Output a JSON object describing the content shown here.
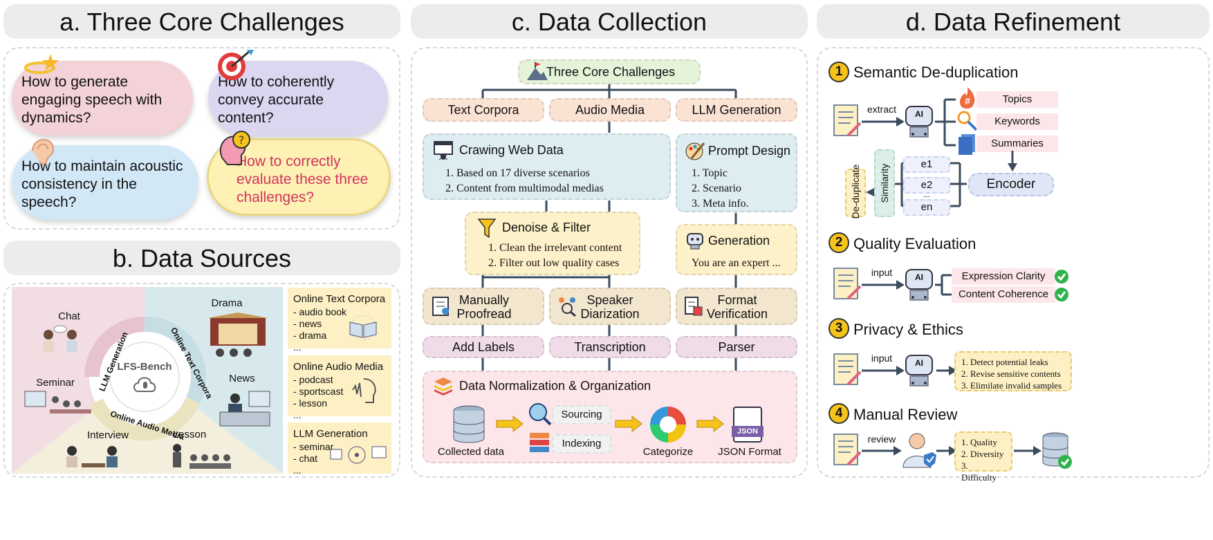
{
  "headers": {
    "a": "a. Three Core Challenges",
    "b": "b. Data Sources",
    "c": "c. Data Collection",
    "d": "d. Data Refinement"
  },
  "challenges": {
    "q1": "How to generate engaging speech with dynamics?",
    "q2": "How to coherently convey accurate content?",
    "q3": "How to maintain acoustic consistency in the speech?",
    "q4": "How to correctly evaluate these three challenges?"
  },
  "sources": {
    "center": "LFS-Bench",
    "ring": [
      "LLM Generation",
      "Online Text Corpora",
      "Online Audio Media"
    ],
    "scenes": [
      "Chat",
      "Seminar",
      "Drama",
      "News",
      "Interview",
      "Lesson"
    ],
    "lists": [
      {
        "title": "Online Text Corpora",
        "items": [
          "- audio book",
          "- news",
          "- drama",
          "..."
        ]
      },
      {
        "title": "Online Audio Media",
        "items": [
          "- podcast",
          "- sportscast",
          "- lesson",
          "..."
        ]
      },
      {
        "title": "LLM Generation",
        "items": [
          "- seminar",
          "- chat",
          "..."
        ]
      }
    ]
  },
  "collection": {
    "root": "Three Core Challenges",
    "cols": [
      "Text Corpora",
      "Audio Media",
      "LLM Generation"
    ],
    "crawl_title": "Crawing Web Data",
    "crawl_items": [
      "1. Based on 17 diverse scenarios",
      "2. Content from multimodal medias"
    ],
    "prompt_title": "Prompt Design",
    "prompt_items": [
      "1. Topic",
      "2. Scenario",
      "3. Meta info."
    ],
    "denoise_title": "Denoise & Filter",
    "denoise_items": [
      "1. Clean the irrelevant content",
      "2. Filter out low quality cases"
    ],
    "gen_title": "Generation",
    "gen_text": "You are an expert ...",
    "steps": [
      "Manually Proofread",
      "Speaker Diarization",
      "Format Verification"
    ],
    "outputs": [
      "Add Labels",
      "Transcription",
      "Parser"
    ],
    "norm_title": "Data Normalization & Organization",
    "norm_items": [
      "Collected data",
      "Sourcing",
      "Indexing",
      "Categorize",
      "JSON Format"
    ],
    "json_icon": "JSON"
  },
  "refinement": {
    "s1": {
      "num": "1",
      "title": "Semantic De-duplication",
      "extract": "extract",
      "ai": "AI",
      "tags": [
        "Topics",
        "Keywords",
        "Summaries"
      ],
      "dedup": "De-duplicate",
      "similarity": "Similarity",
      "e": [
        "e1",
        "e2",
        "...",
        "en"
      ],
      "encoder": "Encoder"
    },
    "s2": {
      "num": "2",
      "title": "Quality Evaluation",
      "input": "input",
      "ai": "AI",
      "tags": [
        "Expression Clarity",
        "Content Coherence"
      ]
    },
    "s3": {
      "num": "3",
      "title": "Privacy & Ethics",
      "input": "input",
      "ai": "AI",
      "items": [
        "1. Detect potential leaks",
        "2. Revise sensitive contents",
        "3. Elimilate invalid  samples"
      ]
    },
    "s4": {
      "num": "4",
      "title": "Manual Review",
      "review": "review",
      "items": [
        "1. Quality",
        "2. Diversity",
        "3. Difficulty"
      ]
    }
  },
  "colors": {
    "pink": "#f6dfe4",
    "blue": "#ddedf1",
    "yellow": "#fdf1c9",
    "peach": "#fbe3d4",
    "green": "#e5f3d8",
    "gold": "#f6c31b",
    "arrow": "#3a4b5e"
  },
  "icons": [
    "halo-star-icon",
    "target-icon",
    "ear-icon",
    "head-question-icon",
    "cloud-mic-icon",
    "web-crawl-icon",
    "palette-brush-icon",
    "funnel-icon",
    "robot-icon",
    "checklist-icon",
    "diarization-icon",
    "format-doc-icon",
    "layers-icon",
    "database-icon",
    "globe-search-icon",
    "index-files-icon",
    "category-wheel-icon",
    "json-file-icon",
    "document-icon",
    "fire-hash-icon",
    "key-icon",
    "doc-stack-icon",
    "check-badge-icon",
    "reviewer-icon"
  ]
}
